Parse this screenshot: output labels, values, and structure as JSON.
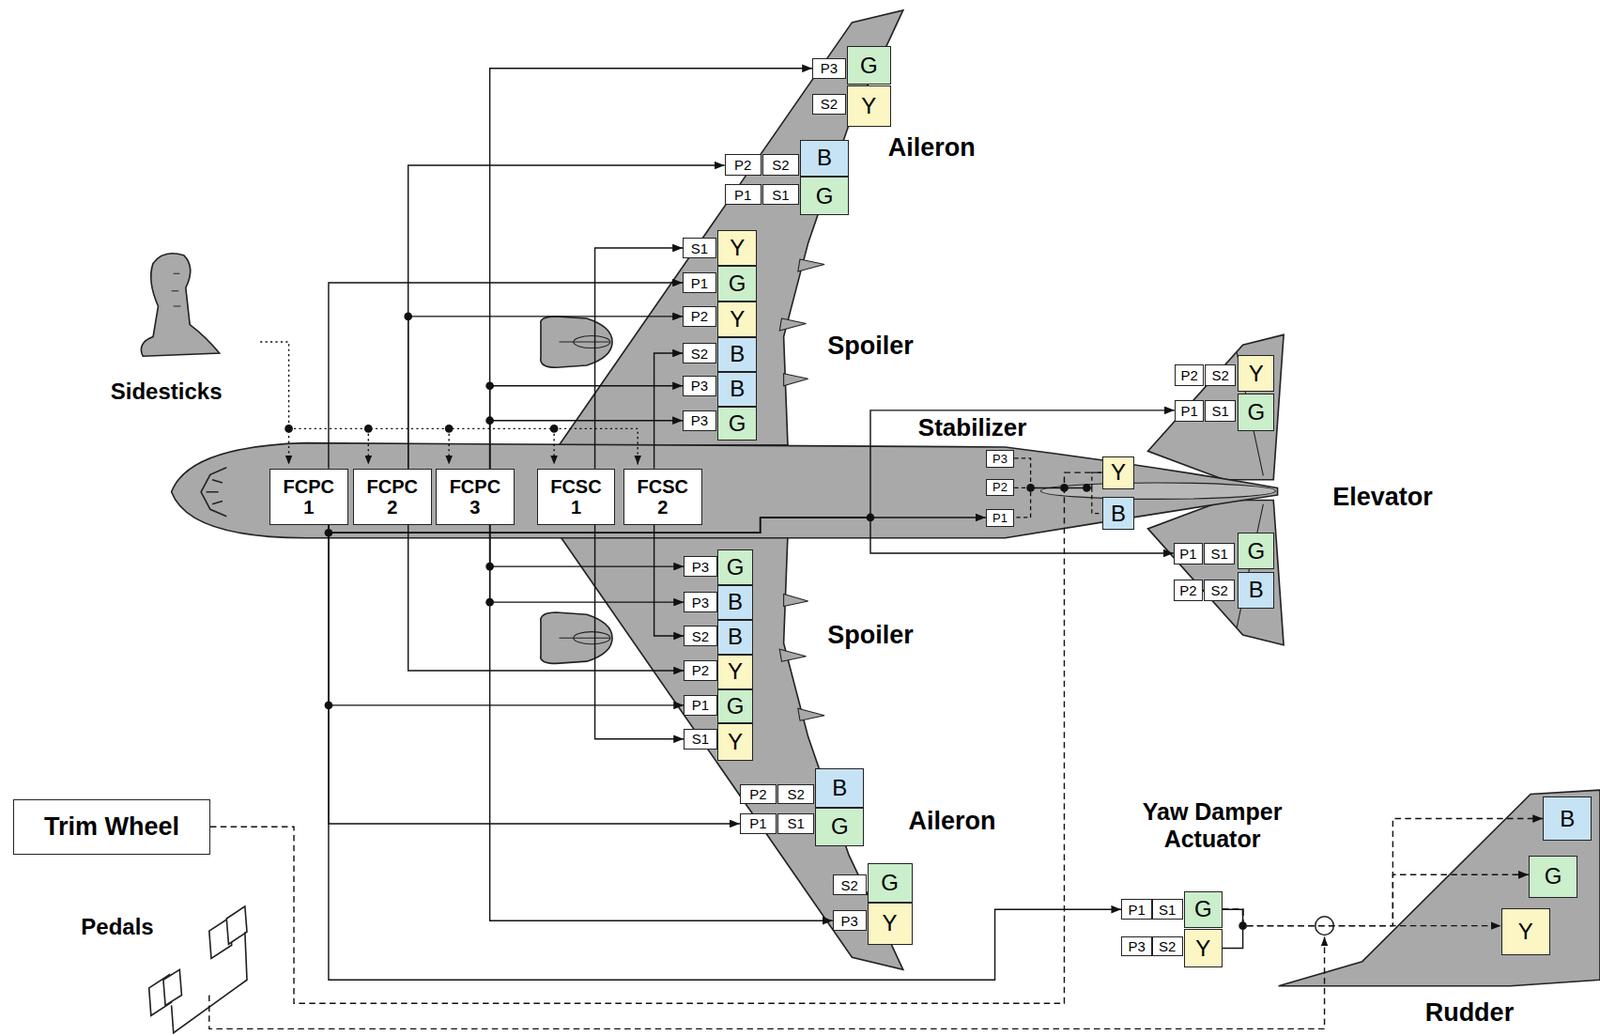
{
  "diagram": {
    "nodes": [
      {
        "text": [
          "P3"
        ]
      },
      {
        "text": [
          "G"
        ]
      },
      {
        "text": [
          "S2"
        ]
      },
      {
        "text": [
          "Y"
        ]
      },
      {
        "text": [
          "P2"
        ]
      },
      {
        "text": [
          "S2"
        ]
      },
      {
        "text": [
          "B"
        ]
      },
      {
        "text": [
          "P1"
        ]
      },
      {
        "text": [
          "S1"
        ]
      },
      {
        "text": [
          "G"
        ]
      },
      {
        "text": [
          "S1"
        ]
      },
      {
        "text": [
          "Y"
        ]
      },
      {
        "text": [
          "P1"
        ]
      },
      {
        "text": [
          "G"
        ]
      },
      {
        "text": [
          "P2"
        ]
      },
      {
        "text": [
          "Y"
        ]
      },
      {
        "text": [
          "S2"
        ]
      },
      {
        "text": [
          "B"
        ]
      },
      {
        "text": [
          "P3"
        ]
      },
      {
        "text": [
          "B"
        ]
      },
      {
        "text": [
          "P3"
        ]
      },
      {
        "text": [
          "G"
        ]
      },
      {
        "text": [
          "FCPC 1"
        ]
      },
      {
        "text": [
          "FCPC 2"
        ]
      },
      {
        "text": [
          "FCPC 3"
        ]
      },
      {
        "text": [
          "FCSC 1"
        ]
      },
      {
        "text": [
          "FCSC 2"
        ]
      },
      {
        "text": [
          "P3"
        ]
      },
      {
        "text": [
          "P2"
        ]
      },
      {
        "text": [
          "P1"
        ]
      },
      {
        "text": [
          "Y"
        ]
      },
      {
        "text": [
          "B"
        ]
      },
      {
        "text": [
          "P2"
        ]
      },
      {
        "text": [
          "S2"
        ]
      },
      {
        "text": [
          "Y"
        ]
      },
      {
        "text": [
          "P1"
        ]
      },
      {
        "text": [
          "S1"
        ]
      },
      {
        "text": [
          "G"
        ]
      },
      {
        "text": [
          "P1"
        ]
      },
      {
        "text": [
          "S1"
        ]
      },
      {
        "text": [
          "G"
        ]
      },
      {
        "text": [
          "P2"
        ]
      },
      {
        "text": [
          "S2"
        ]
      },
      {
        "text": [
          "B"
        ]
      },
      {
        "text": [
          "P3"
        ]
      },
      {
        "text": [
          "G"
        ]
      },
      {
        "text": [
          "P3"
        ]
      },
      {
        "text": [
          "B"
        ]
      },
      {
        "text": [
          "S2"
        ]
      },
      {
        "text": [
          "B"
        ]
      },
      {
        "text": [
          "P2"
        ]
      },
      {
        "text": [
          "Y"
        ]
      },
      {
        "text": [
          "P1"
        ]
      },
      {
        "text": [
          "G"
        ]
      },
      {
        "text": [
          "S1"
        ]
      },
      {
        "text": [
          "Y"
        ]
      },
      {
        "text": [
          "P2"
        ]
      },
      {
        "text": [
          "S2"
        ]
      },
      {
        "text": [
          "B"
        ]
      },
      {
        "text": [
          "P1"
        ]
      },
      {
        "text": [
          "S1"
        ]
      },
      {
        "text": [
          "G"
        ]
      },
      {
        "text": [
          "S2"
        ]
      },
      {
        "text": [
          "G"
        ]
      },
      {
        "text": [
          "P3"
        ]
      },
      {
        "text": [
          "Y"
        ]
      },
      {
        "text": [
          "Trim Wheel"
        ]
      },
      {
        "text": [
          "P1"
        ]
      },
      {
        "text": [
          "S1"
        ]
      },
      {
        "text": [
          "G"
        ]
      },
      {
        "text": [
          "P3"
        ]
      },
      {
        "text": [
          "S2"
        ]
      },
      {
        "text": [
          "Y"
        ]
      },
      {
        "text": [
          "B"
        ]
      },
      {
        "text": [
          "G"
        ]
      },
      {
        "text": [
          "Y"
        ]
      }
    ],
    "edges": [
      {
        "from": 22,
        "to": 12,
        "arrow": "to"
      },
      {
        "from": 22,
        "to": 52,
        "arrow": "to"
      },
      {
        "from": 22,
        "to": 59,
        "arrow": "to"
      },
      {
        "from": 22,
        "to": 67,
        "arrow": "to"
      },
      {
        "from": 22,
        "to": 29,
        "arrow": "to"
      },
      {
        "from": 22,
        "to": 35,
        "arrow": "to"
      },
      {
        "from": 22,
        "to": 38,
        "arrow": "to"
      },
      {
        "from": 23,
        "to": 4,
        "arrow": "to"
      },
      {
        "from": 23,
        "to": 14,
        "arrow": "to"
      },
      {
        "from": 23,
        "to": 50,
        "arrow": "to"
      },
      {
        "from": 24,
        "to": 0,
        "arrow": "to"
      },
      {
        "from": 24,
        "to": 18,
        "arrow": "to"
      },
      {
        "from": 24,
        "to": 20,
        "arrow": "to"
      },
      {
        "from": 24,
        "to": 44,
        "arrow": "to"
      },
      {
        "from": 24,
        "to": 46,
        "arrow": "to"
      },
      {
        "from": 24,
        "to": 64,
        "arrow": "to"
      },
      {
        "from": 25,
        "to": 10,
        "arrow": "to"
      },
      {
        "from": 25,
        "to": 54,
        "arrow": "to"
      },
      {
        "from": 26,
        "to": 16,
        "arrow": "to"
      },
      {
        "from": 26,
        "to": 48,
        "arrow": "to"
      },
      {
        "from": 66,
        "to": 30,
        "arrow": "none"
      },
      {
        "from": 69,
        "to": 73,
        "arrow": "to"
      },
      {
        "from": 69,
        "to": 74,
        "arrow": "to"
      },
      {
        "from": 69,
        "to": 75,
        "arrow": "to"
      }
    ],
    "labels": [
      "Aileron",
      "Spoiler",
      "Sidesticks",
      "Stabilizer",
      "Elevator",
      "Spoiler",
      "Aileron",
      "Yaw Damper Actuator",
      "Pedals",
      "Rudder"
    ]
  }
}
